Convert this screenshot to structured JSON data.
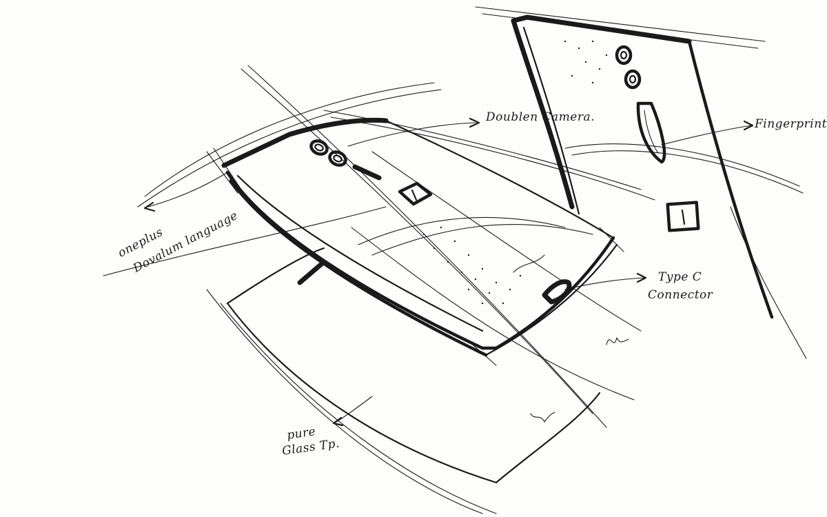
{
  "annotations": {
    "double_camera": "Doublen Camera.",
    "fingerprint": "Fingerprint",
    "brand_line1": "oneplus",
    "brand_line2": "Dovalum language",
    "type_c_line1": "Type C",
    "type_c_line2": "Connector",
    "glass_line1": "pure",
    "glass_line2": "Glass Tp."
  },
  "colors": {
    "ink": "#1a1a1a",
    "paper": "#fdfdfc"
  }
}
